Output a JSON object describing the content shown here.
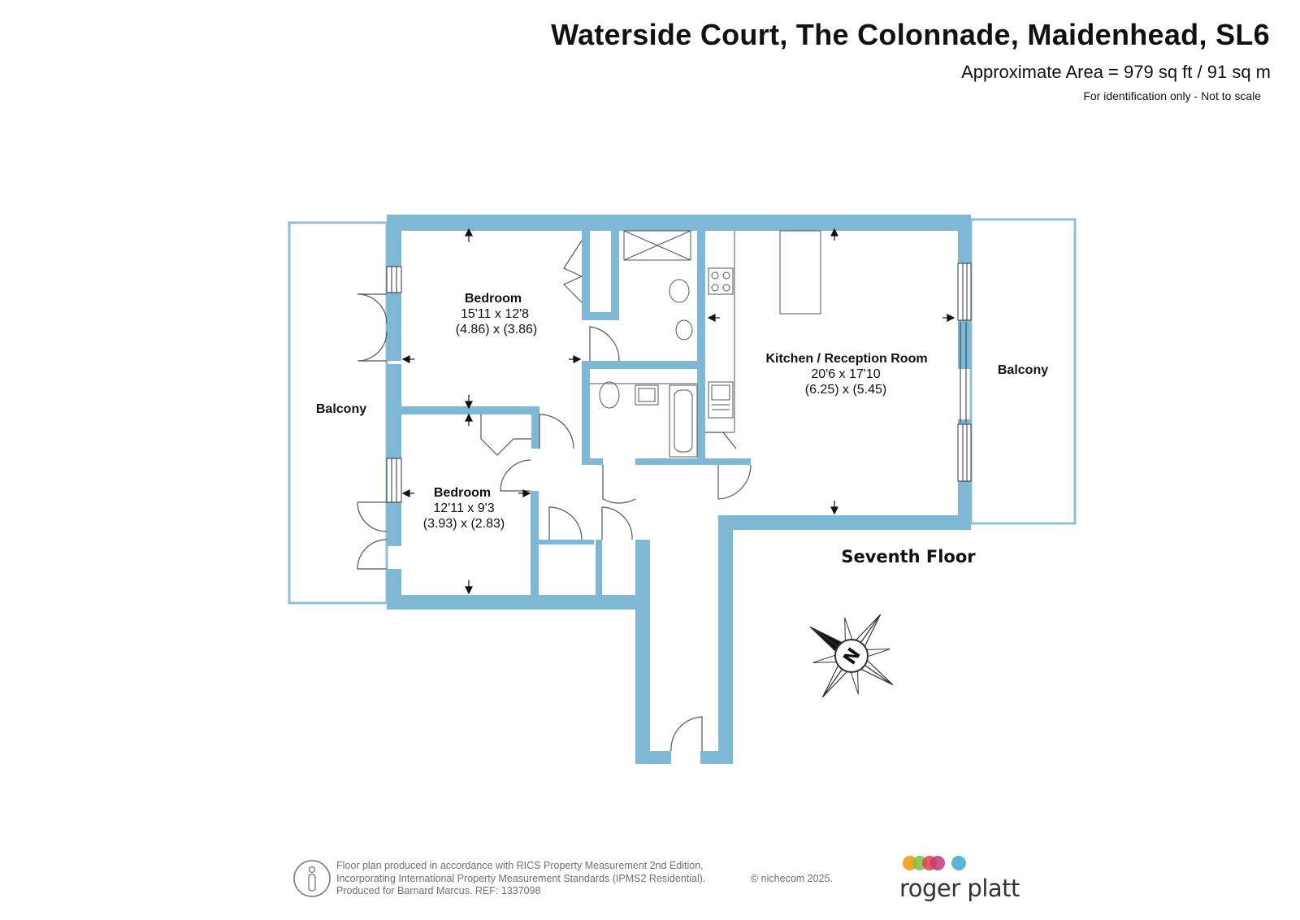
{
  "header": {
    "title": "Waterside Court, The Colonnade, Maidenhead, SL6",
    "area": "Approximate Area = 979 sq ft / 91 sq m",
    "note": "For identification only - Not to scale"
  },
  "rooms": {
    "bedroom1": {
      "name": "Bedroom",
      "imperial": "15'11 x 12'8",
      "metric": "(4.86) x (3.86)"
    },
    "bedroom2": {
      "name": "Bedroom",
      "imperial": "12'11 x 9'3",
      "metric": "(3.93) x (2.83)"
    },
    "kitchen": {
      "name": "Kitchen / Reception Room",
      "imperial": "20'6 x 17'10",
      "metric": "(6.25) x (5.45)"
    },
    "balcony_left": {
      "name": "Balcony"
    },
    "balcony_right": {
      "name": "Balcony"
    }
  },
  "floor_label": "Seventh Floor",
  "compass": {
    "letter": "N",
    "icon": "compass-rose-icon"
  },
  "footer": {
    "line1": "Floor plan produced in accordance with RICS Property Measurement 2nd Edition,",
    "line2": "Incorporating International Property Measurement Standards (IPMS2 Residential).",
    "line3": "Produced for Barnard Marcus.   REF:  1337098",
    "copyright": "© nichecom 2025.",
    "icon": "person-info-icon"
  },
  "brand": {
    "name": "roger platt",
    "dot_colors": [
      "#f5a623",
      "#7fbf4d",
      "#e0404a",
      "#c23a78",
      "#5bb6d6"
    ]
  },
  "colors": {
    "wall": "#7fb8d4",
    "balcony_line": "#8cbfd8",
    "fixture_line": "#555555"
  }
}
